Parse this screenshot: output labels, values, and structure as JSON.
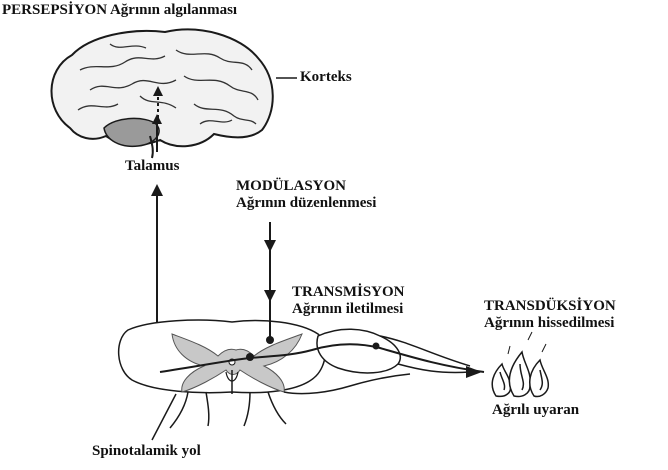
{
  "title": {
    "stage": "PERSEPSİYON",
    "desc": "Ağrının algılanması"
  },
  "labels": {
    "cortex": "Korteks",
    "thalamus": "Talamus",
    "spinal_tract": "Spinotalamik yol",
    "stimulus": "Ağrılı uyaran"
  },
  "stages": {
    "modulation": {
      "name": "MODÜLASYON",
      "desc": "Ağrının düzenlenmesi"
    },
    "transmission": {
      "name": "TRANSMİSYON",
      "desc": "Ağrının iletilmesi"
    },
    "transduction": {
      "name": "TRANSDÜKSİYON",
      "desc": "Ağrının hissedilmesi"
    }
  },
  "colors": {
    "line": "#1a1a1a",
    "brain_fill": "#f2f2f2",
    "cerebellum_fill": "#9a9a9a",
    "gray_matter": "#c8c8c8"
  }
}
